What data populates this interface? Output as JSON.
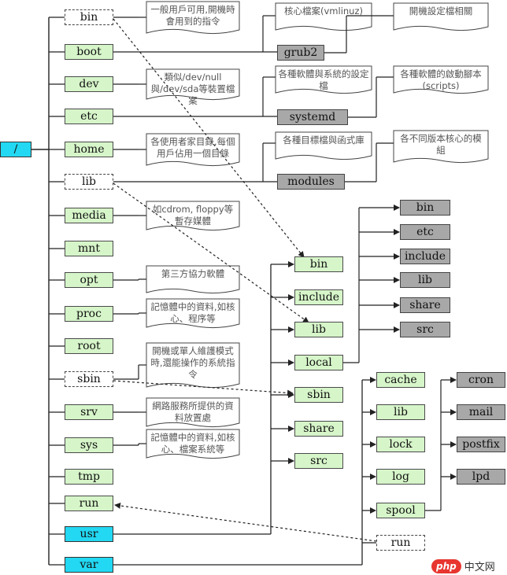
{
  "root": {
    "label": "/"
  },
  "top_dirs": [
    {
      "key": "bin",
      "label": "bin",
      "style": "dotted"
    },
    {
      "key": "boot",
      "label": "boot",
      "style": "green"
    },
    {
      "key": "dev",
      "label": "dev",
      "style": "green"
    },
    {
      "key": "etc",
      "label": "etc",
      "style": "green"
    },
    {
      "key": "home",
      "label": "home",
      "style": "green"
    },
    {
      "key": "lib",
      "label": "lib",
      "style": "dotted"
    },
    {
      "key": "media",
      "label": "media",
      "style": "green"
    },
    {
      "key": "mnt",
      "label": "mnt",
      "style": "green"
    },
    {
      "key": "opt",
      "label": "opt",
      "style": "green"
    },
    {
      "key": "proc",
      "label": "proc",
      "style": "green"
    },
    {
      "key": "root",
      "label": "root",
      "style": "green"
    },
    {
      "key": "sbin",
      "label": "sbin",
      "style": "dotted"
    },
    {
      "key": "srv",
      "label": "srv",
      "style": "green"
    },
    {
      "key": "sys",
      "label": "sys",
      "style": "green"
    },
    {
      "key": "tmp",
      "label": "tmp",
      "style": "green"
    },
    {
      "key": "run",
      "label": "run",
      "style": "green"
    },
    {
      "key": "usr",
      "label": "usr",
      "style": "cyan"
    },
    {
      "key": "var",
      "label": "var",
      "style": "cyan"
    }
  ],
  "notes": {
    "bin": "一般用戶可用,開機時會用到的指令",
    "dev": "類似/dev/null與/dev/sda等裝置檔案",
    "home": "各使用者家目錄,每個用戶佔用一個目錄",
    "media": "如cdrom, floppy等暫存媒體",
    "opt": "第三方協力軟體",
    "proc": "記憶體中的資料,如核心、程序等",
    "sbin": "開機或單人維護模式時,還能操作的系統指令",
    "srv": "網路服務所提供的資料放置處",
    "sys": "記憶體中的資料,如核心、檔案系統等",
    "kernel": "核心檔案(vmlinuz)",
    "boot_config": "開機設定檔相關",
    "etc_config": "各種軟體與系統的設定檔",
    "etc_scripts": "各種軟體的啟動腳本(scripts)",
    "lib_objects": "各種目標檔與函式庫",
    "lib_modules": "各不同版本核心的模組"
  },
  "sub_dirs": {
    "grub2": "grub2",
    "systemd": "systemd",
    "modules": "modules"
  },
  "usr_children": [
    "bin",
    "include",
    "lib",
    "local",
    "sbin",
    "share",
    "src"
  ],
  "local_children": [
    "bin",
    "etc",
    "include",
    "lib",
    "share",
    "src"
  ],
  "var_children": [
    "cache",
    "lib",
    "lock",
    "log",
    "spool"
  ],
  "spool_children": [
    "cron",
    "mail",
    "postfix",
    "lpd"
  ],
  "var_run": "run",
  "logo": {
    "badge": "php",
    "text": "中文网"
  }
}
